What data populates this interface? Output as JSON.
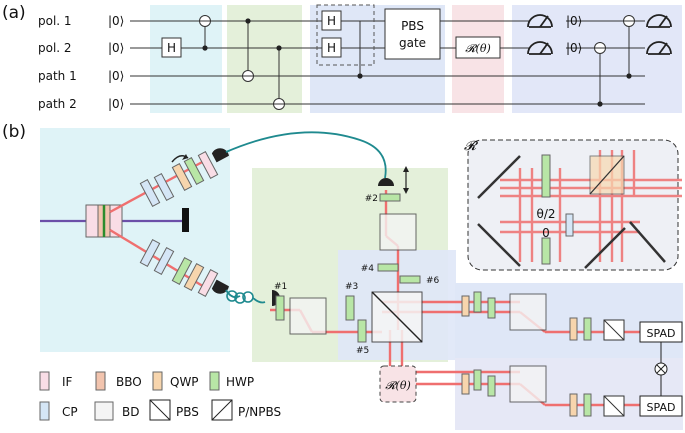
{
  "panel_a": {
    "label": "(a)",
    "rows": [
      {
        "name": "pol. 1",
        "ket": "|0⟩"
      },
      {
        "name": "pol. 2",
        "ket": "|0⟩"
      },
      {
        "name": "path 1",
        "ket": "|0⟩"
      },
      {
        "name": "path 2",
        "ket": "|0⟩"
      }
    ],
    "gates": {
      "h": "H",
      "pbs_line1": "PBS",
      "pbs_line2": "gate",
      "rotation": "𝓡(θ)",
      "reset_ket": "|0⟩"
    }
  },
  "panel_b": {
    "label": "(b)",
    "inset_label": "𝓡",
    "inset_theta": "θ/2",
    "inset_zero": "0",
    "plate_labels": [
      "#1",
      "#2",
      "#3",
      "#4",
      "#5",
      "#6"
    ],
    "detector": "SPAD",
    "rotation_box": "𝓡(θ)",
    "legend": [
      {
        "label": "IF",
        "color": "#f9dde6"
      },
      {
        "label": "BBO",
        "color": "#f2c4ae"
      },
      {
        "label": "QWP",
        "color": "#f7d5ad"
      },
      {
        "label": "HWP",
        "color": "#b8e6a6"
      },
      {
        "label": "CP",
        "color": "#d5e6f6"
      },
      {
        "label": "BD",
        "color": "#f4f4f4"
      },
      {
        "label": "PBS",
        "color": "#ffffff"
      },
      {
        "label": "P/NPBS",
        "color": "#ffffff"
      }
    ]
  },
  "colors": {
    "beam": "#ef6f6f",
    "fiber": "#1f8a8f",
    "cyan_bg": "#dff3f7",
    "green_bg": "#e4f0da",
    "blue_bg": "#dfe7f7",
    "pink_bg": "#f8e3e6",
    "hwp": "#b8e6a6",
    "qwp": "#f7d5ad",
    "cp": "#d5e6f6",
    "if": "#f9dde6",
    "bbo": "#f2c4ae"
  }
}
